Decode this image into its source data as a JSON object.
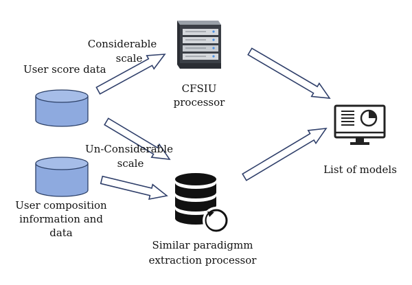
{
  "labels": {
    "user_score_data": "User score data",
    "considerable_scale_1": "Considerable",
    "considerable_scale_2": "scale",
    "cfsiu_1": "CFSIU",
    "cfsiu_2": "processor",
    "un_considerable_1": "Un-Considerable",
    "un_considerable_2": "scale",
    "user_composition_1": "User composition",
    "user_composition_2": "information and",
    "user_composition_3": "data",
    "similar_1": "Similar paradigmm",
    "similar_2": "extraction processor",
    "list_of_models": "List of models"
  },
  "colors": {
    "cylinder_fill": "#8eaadf",
    "cylinder_stroke": "#2b3f66",
    "arrow_stroke": "#2f3f6a",
    "db_icon": "#111111",
    "monitor": "#222222",
    "server_dark": "#3b3f46",
    "server_light": "#d5d8dc"
  },
  "icons": {
    "server": "server-icon",
    "database": "database-sync-icon",
    "monitor": "monitor-chart-icon"
  }
}
